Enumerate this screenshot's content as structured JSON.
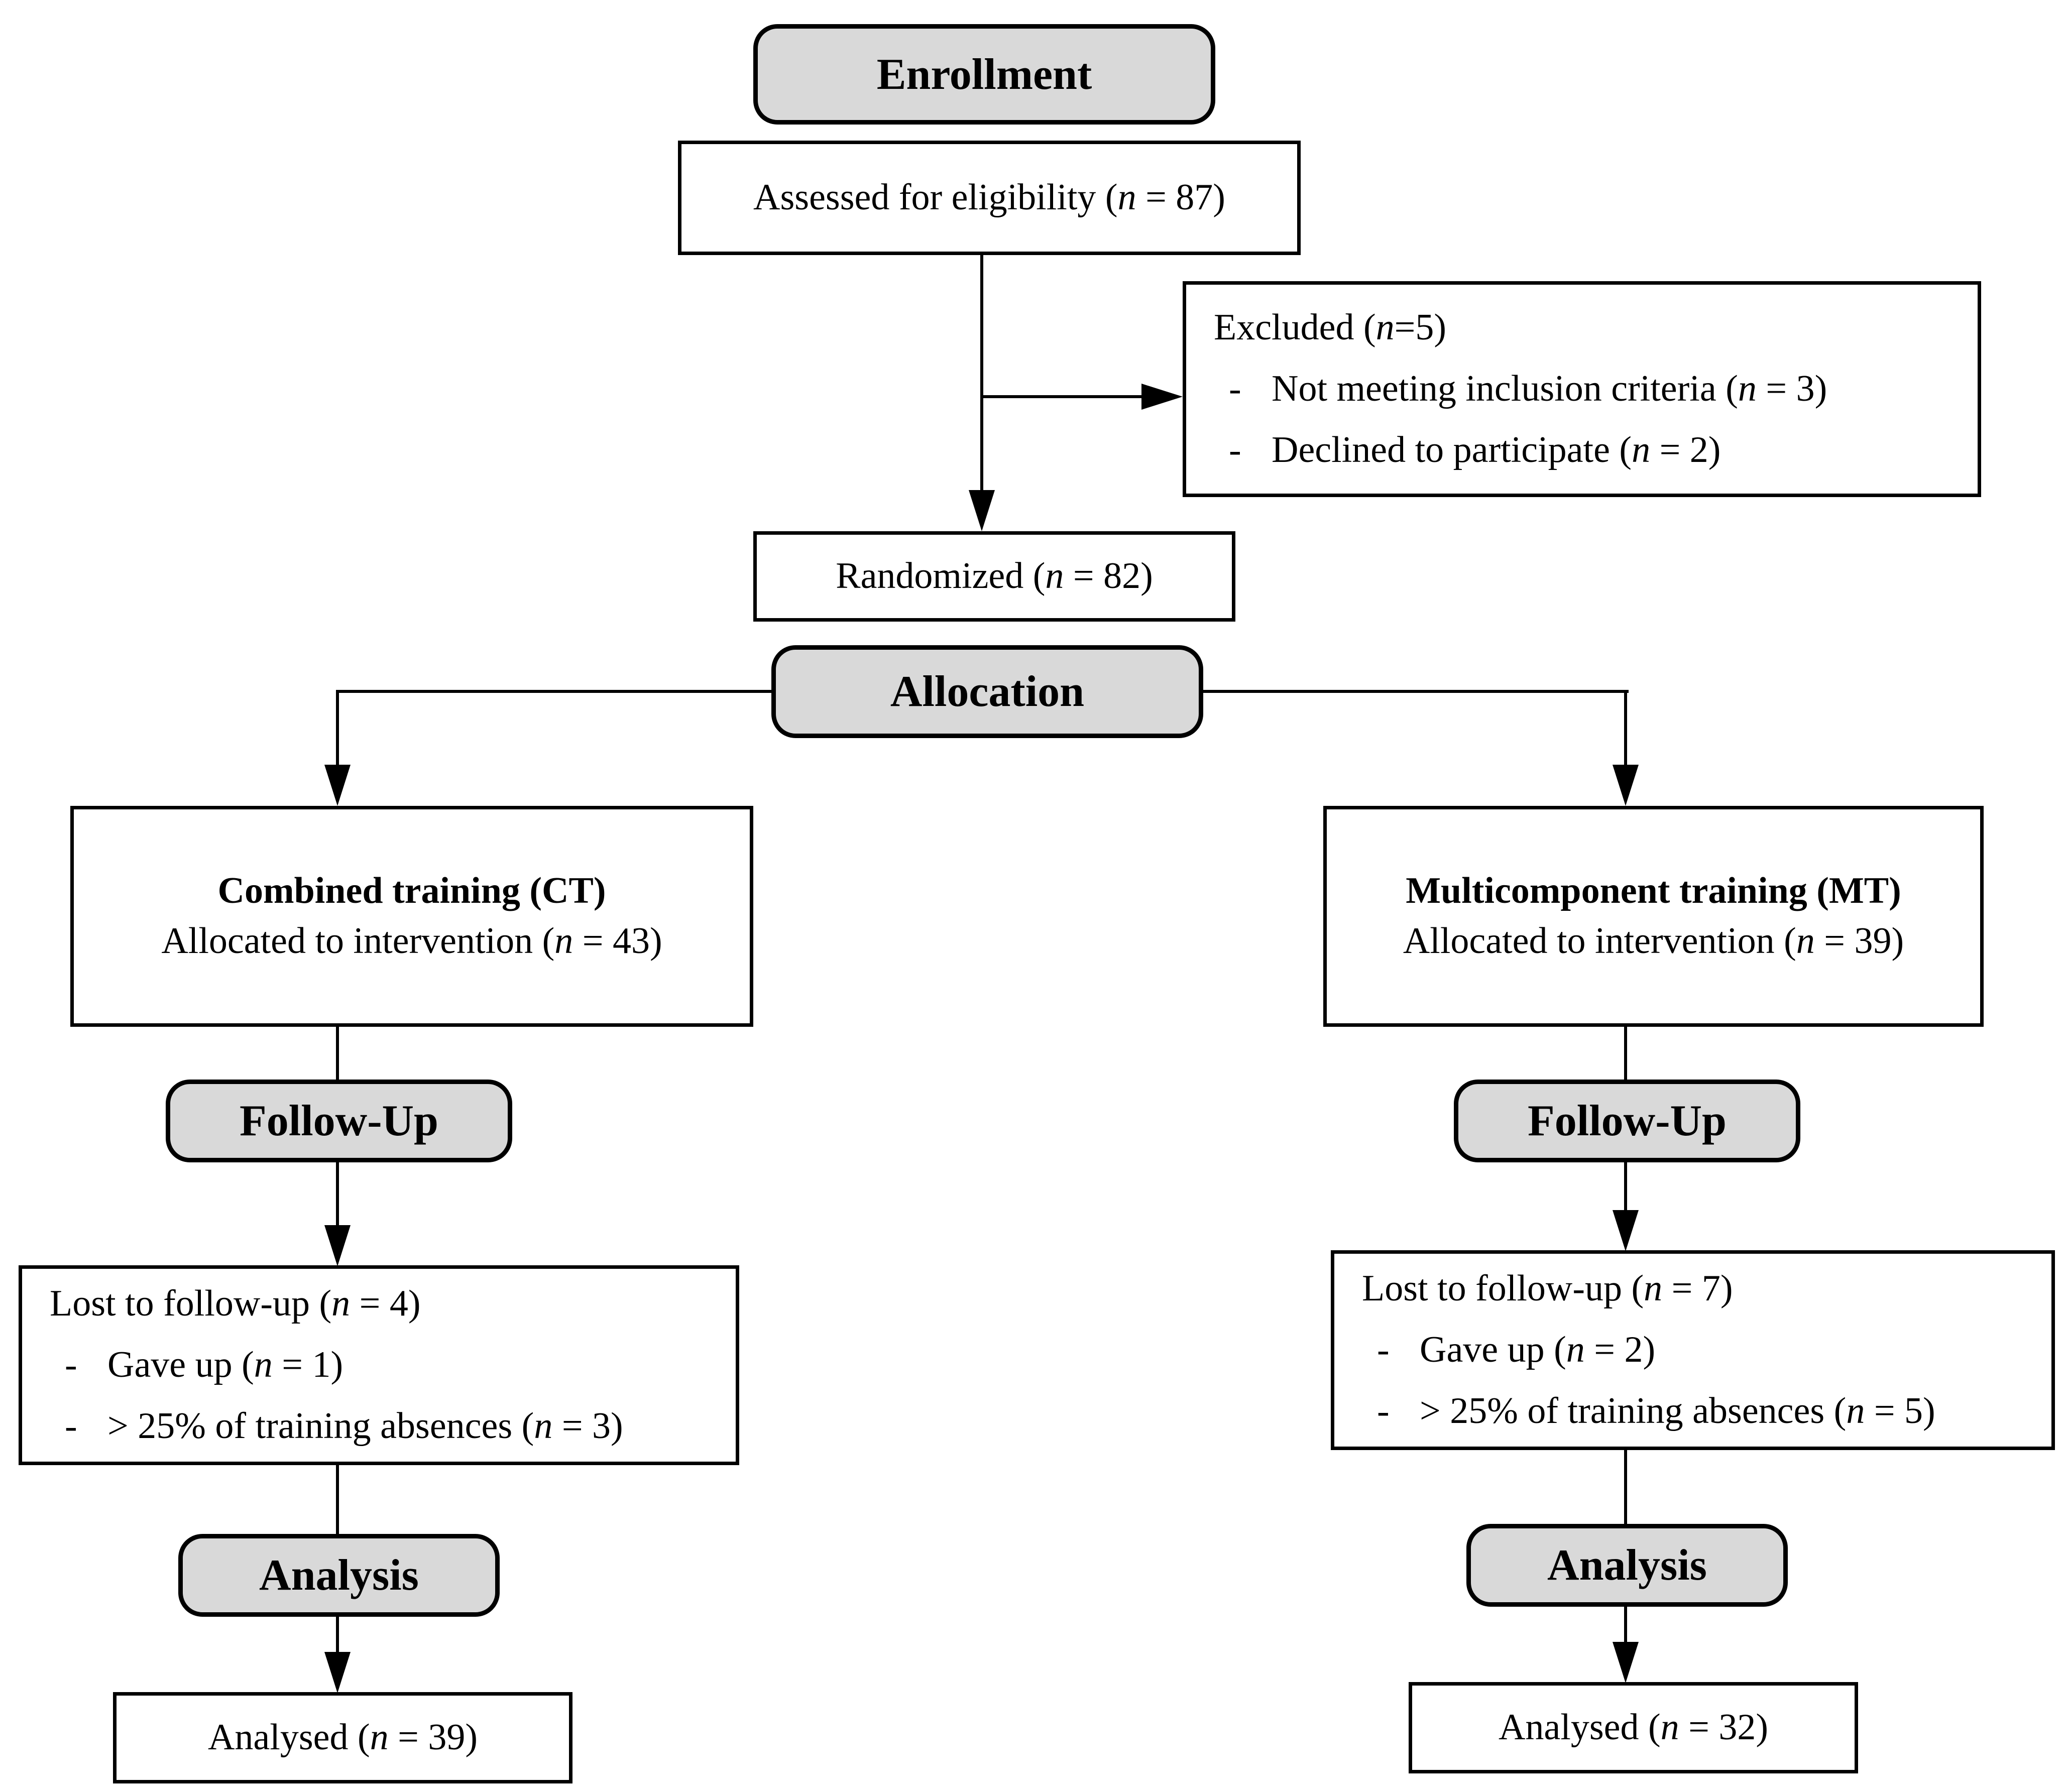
{
  "colors": {
    "stage_fill": "#d9d9d9",
    "line": "#000000",
    "box_fill": "#ffffff"
  },
  "bullet_marker": "-",
  "stages": {
    "enrollment": "Enrollment",
    "allocation": "Allocation",
    "followup": "Follow-Up",
    "analysis": "Analysis"
  },
  "enrollment": {
    "assessed": "Assessed for eligibility (n = 87)",
    "excluded": {
      "title": "Excluded (n=5)",
      "reasons": [
        "Not meeting inclusion criteria (n = 3)",
        "Declined to participate (n = 2)"
      ]
    },
    "randomized": "Randomized (n = 82)"
  },
  "arms": {
    "ct": {
      "name": "Combined training (CT)",
      "allocated": "Allocated to intervention (n = 43)",
      "lost": {
        "title": "Lost to follow-up (n = 4)",
        "reasons": [
          "Gave up (n = 1)",
          "> 25% of training absences (n = 3)"
        ]
      },
      "analysed": "Analysed (n = 39)"
    },
    "mt": {
      "name": "Multicomponent training (MT)",
      "allocated": "Allocated to intervention (n = 39)",
      "lost": {
        "title": "Lost to follow-up (n = 7)",
        "reasons": [
          "Gave up (n = 2)",
          "> 25% of training absences (n = 5)"
        ]
      },
      "analysed": "Analysed (n = 32)"
    }
  }
}
